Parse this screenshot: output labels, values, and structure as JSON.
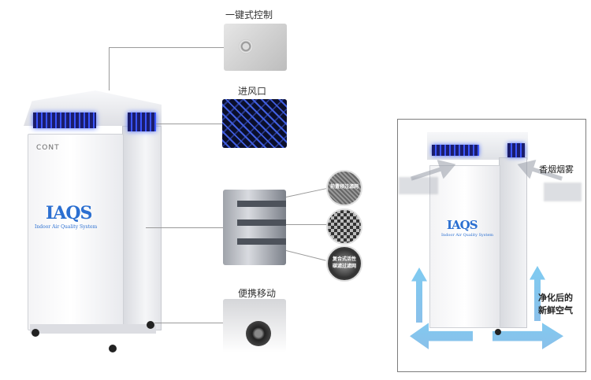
{
  "product": {
    "brand_small": "CONT",
    "logo": "IAQS",
    "logo_sub": "Indoor Air Quality System"
  },
  "features": {
    "one_key": "一键式控制",
    "inlet": "进风口",
    "casters": "便携移动",
    "filter_1": "前置预过滤网",
    "filter_3_line1": "复合式活性",
    "filter_3_line2": "碳滤过滤网"
  },
  "scene": {
    "logo": "IAQS",
    "logo_sub": "Indoor Air Quality System",
    "smoke_label": "香烟烟雾",
    "clean_line1": "净化后的",
    "clean_line2": "新鲜空气"
  },
  "colors": {
    "logo_blue": "#2b6fd1",
    "vent_glow": "#3a55ff"
  }
}
